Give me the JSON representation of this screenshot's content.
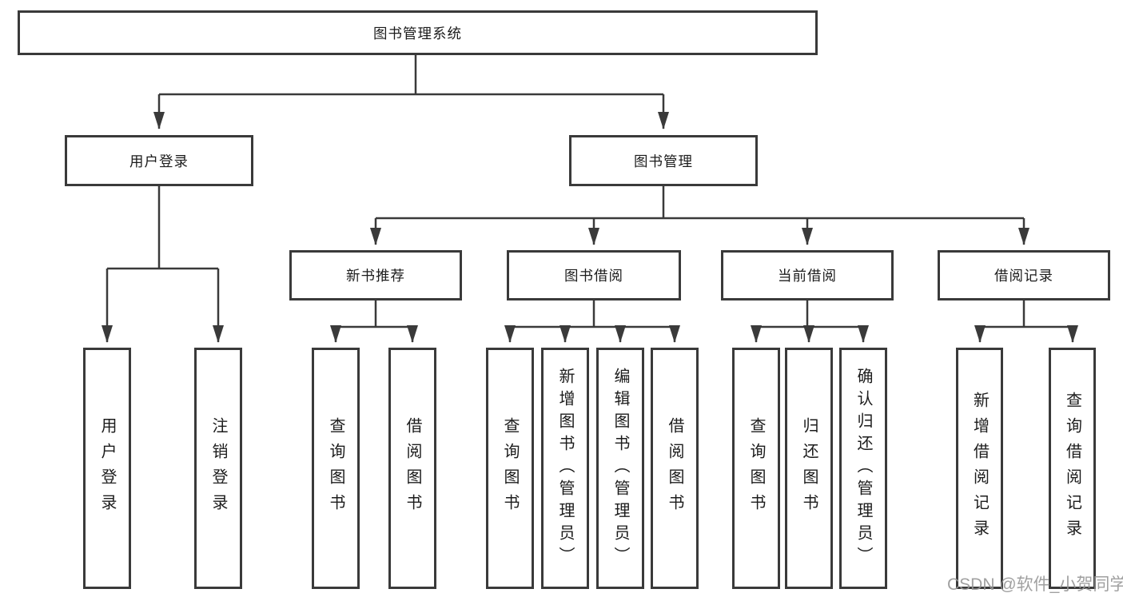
{
  "diagram": {
    "root": {
      "label": "图书管理系统",
      "children": [
        {
          "label": "用户登录",
          "children": [
            {
              "label": "用户登录"
            },
            {
              "label": "注销登录"
            }
          ]
        },
        {
          "label": "图书管理",
          "children": [
            {
              "label": "新书推荐",
              "children": [
                {
                  "label": "查询图书"
                },
                {
                  "label": "借阅图书"
                }
              ]
            },
            {
              "label": "图书借阅",
              "children": [
                {
                  "label": "查询图书"
                },
                {
                  "label": "新增图书（管理员）"
                },
                {
                  "label": "编辑图书（管理员）"
                },
                {
                  "label": "借阅图书"
                }
              ]
            },
            {
              "label": "当前借阅",
              "children": [
                {
                  "label": "查询图书"
                },
                {
                  "label": "归还图书"
                },
                {
                  "label": "确认归还（管理员）"
                }
              ]
            },
            {
              "label": "借阅记录",
              "children": [
                {
                  "label": "新增借阅记录"
                },
                {
                  "label": "查询借阅记录"
                }
              ]
            }
          ]
        }
      ]
    }
  },
  "watermark": {
    "text": "CSDN @软件_小贺同学"
  },
  "colors": {
    "line": "#3a3a3a",
    "text": "#1c1c1c",
    "watermark": "#969696",
    "background": "#ffffff"
  }
}
